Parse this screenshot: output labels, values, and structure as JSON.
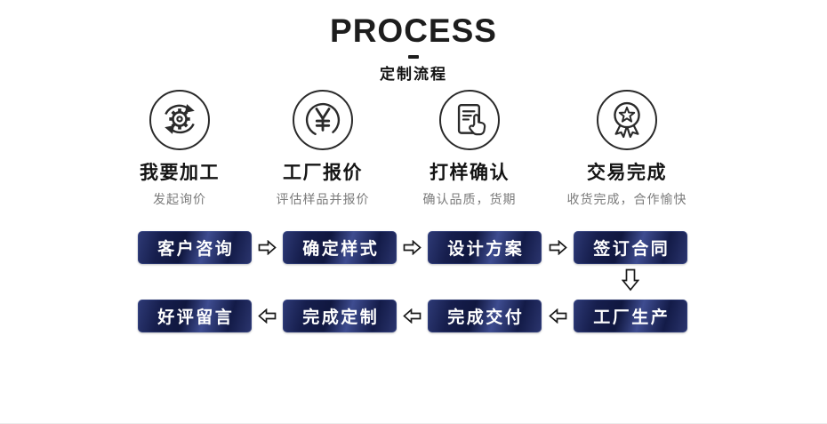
{
  "header": {
    "title": "PROCESS",
    "subtitle": "定制流程"
  },
  "steps": [
    {
      "icon": "gear-sync-icon",
      "label": "我要加工",
      "desc": "发起询价"
    },
    {
      "icon": "yuan-coin-icon",
      "label": "工厂报价",
      "desc": "评估样品并报价"
    },
    {
      "icon": "document-hand-icon",
      "label": "打样确认",
      "desc": "确认品质，货期"
    },
    {
      "icon": "medal-star-icon",
      "label": "交易完成",
      "desc": "收货完成，合作愉快"
    }
  ],
  "flow": {
    "top_row": [
      {
        "label": "客户咨询"
      },
      {
        "label": "确定样式"
      },
      {
        "label": "设计方案"
      },
      {
        "label": "签订合同"
      }
    ],
    "bottom_row": [
      {
        "label": "好评留言"
      },
      {
        "label": "完成定制"
      },
      {
        "label": "完成交付"
      },
      {
        "label": "工厂生产"
      }
    ],
    "colors": {
      "node_dark": "#10173f",
      "node_sheen": "#3e4c90",
      "node_text": "#ffffff",
      "line_art": "#2a2a2a"
    }
  }
}
